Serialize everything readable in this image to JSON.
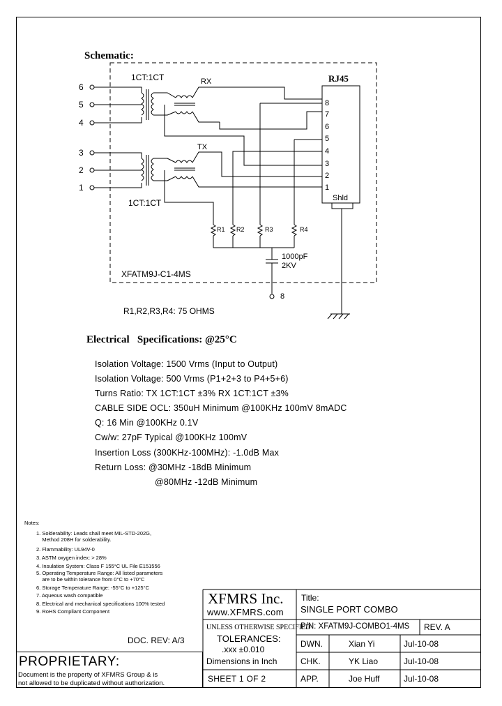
{
  "schematic": {
    "heading": "Schematic:",
    "connector": "RJ45",
    "ratio_top": "1CT:1CT",
    "ratio_bottom": "1CT:1CT",
    "rx": "RX",
    "tx": "TX",
    "left_pins": [
      "6",
      "5",
      "4",
      "3",
      "2",
      "1"
    ],
    "rj_pins": [
      "8",
      "7",
      "6",
      "5",
      "4",
      "3",
      "2",
      "1"
    ],
    "shield": "Shld",
    "resistors": [
      "R1",
      "R2",
      "R3",
      "R4"
    ],
    "cap_value": "1000pF",
    "cap_voltage": "2KV",
    "part_label": "XFATM9J-C1-4MS",
    "pin8": "8",
    "res_value": "R1,R2,R3,R4: 75 OHMS"
  },
  "electrical": {
    "title": "Electrical   Specifications: @25°C",
    "lines": [
      "Isolation Voltage:  1500 Vrms (Input to Output)",
      "Isolation Voltage:  500 Vrms (P1+2+3 to P4+5+6)",
      "Turns Ratio: TX 1CT:1CT ±3% RX 1CT:1CT ±3%",
      "CABLE SIDE OCL: 350uH Minimum @100KHz 100mV 8mADC",
      "Q: 16 Min @100KHz 0.1V",
      "Cw/w: 27pF Typical @100KHz 100mV",
      "Insertion Loss (300KHz-100MHz): -1.0dB Max",
      "Return Loss: @30MHz  -18dB Minimum",
      "@80MHz  -12dB Minimum"
    ]
  },
  "notes": {
    "heading": "Notes:",
    "items": [
      "1. Solderability: Leads shall meet MIL-STD-202G,",
      "    Method 208H for solderability.",
      "2. Flammability: UL94V-0",
      "3. ASTM oxygen index: > 28%",
      "4. Insulation System: Class F 155°C UL File E151556",
      "5. Operating Temperature Range: All listed parameters",
      "    are to be within tolerance from 0°C to +70°C",
      "6. Storage Temperature Range: -55°C to +125°C",
      "7. Aqueous wash compatible",
      "8. Electrical and mechanical specifications 100% tested",
      "9. RoHS Compliant Component"
    ]
  },
  "doc_rev": "DOC. REV: A/3",
  "proprietary": {
    "title": "PROPRIETARY:",
    "line1": "Document is the property of XFMRS Group & is",
    "line2": "not allowed to be duplicated without authorization."
  },
  "title_block": {
    "company": "XFMRS Inc.",
    "website": "www.XFMRS.com",
    "title_label": "Title:",
    "title": "SINGLE PORT COMBO",
    "unless": "UNLESS OTHERWISE SPECIFIED",
    "tolerances": "TOLERANCES:",
    "tol_value": ".xxx ±0.010",
    "dimensions": "Dimensions in Inch",
    "sheet": "SHEET  1  OF  2",
    "pn": "P/N: XFATM9J-COMBO1-4MS",
    "rev": "REV. A",
    "rows": [
      {
        "role": "DWN.",
        "name": "Xian Yi",
        "date": "Jul-10-08"
      },
      {
        "role": "CHK.",
        "name": "YK Liao",
        "date": "Jul-10-08"
      },
      {
        "role": "APP.",
        "name": "Joe Huff",
        "date": "Jul-10-08"
      }
    ]
  }
}
